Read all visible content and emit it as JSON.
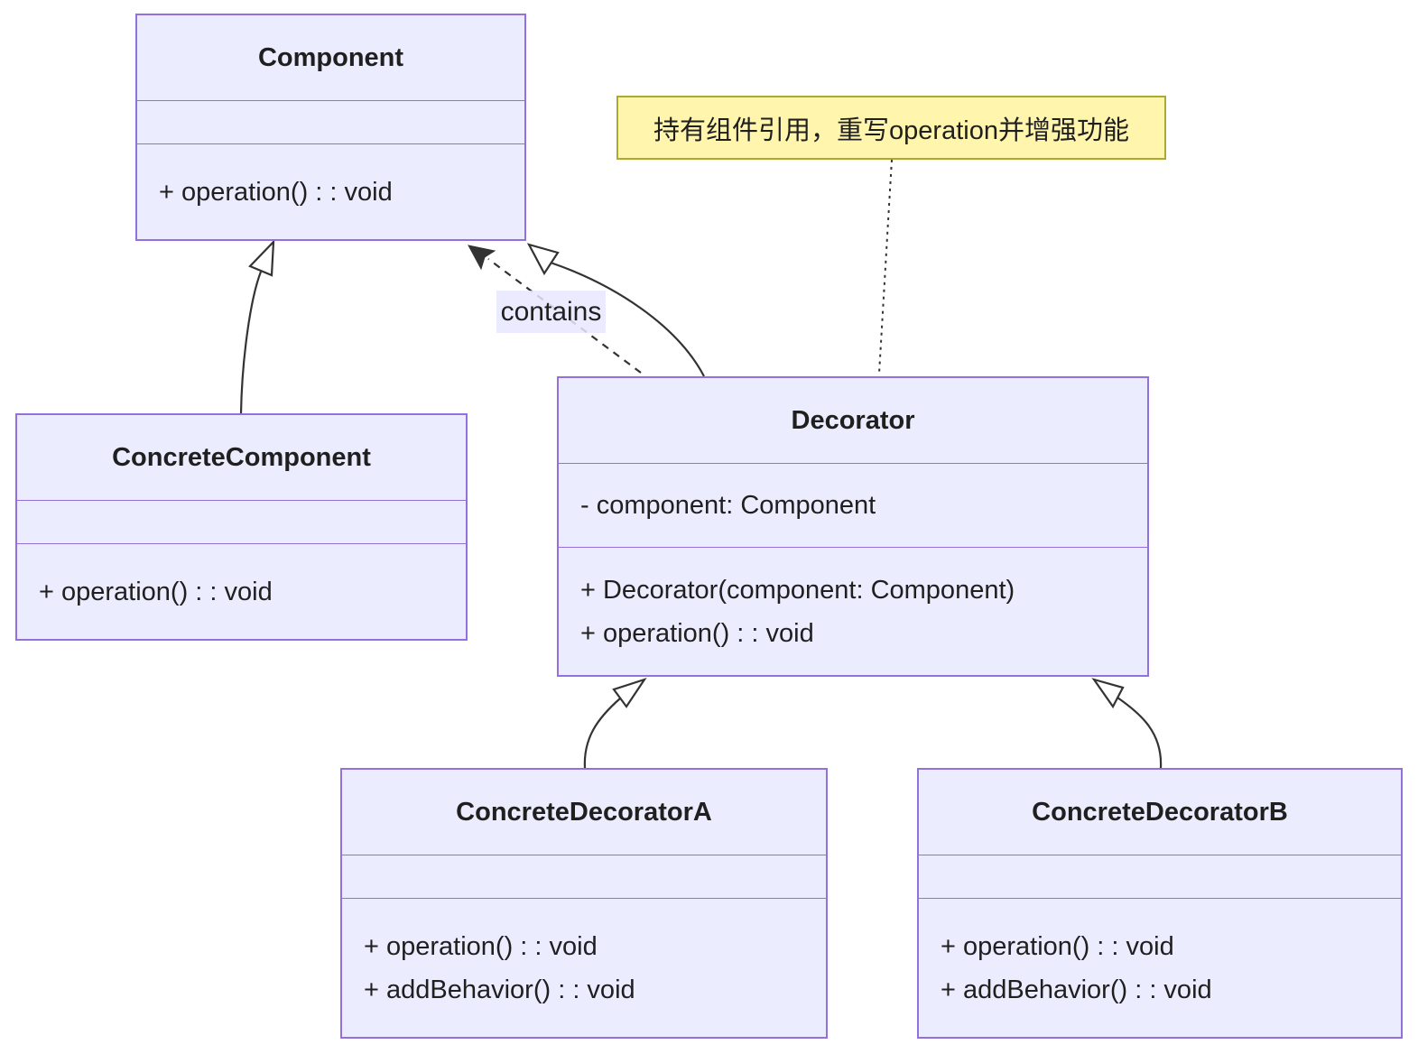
{
  "diagram": {
    "classes": {
      "component": {
        "name": "Component",
        "attributes": [],
        "methods": [
          "+ operation() : : void"
        ]
      },
      "concreteComponent": {
        "name": "ConcreteComponent",
        "attributes": [],
        "methods": [
          "+ operation() : : void"
        ]
      },
      "decorator": {
        "name": "Decorator",
        "attributes": [
          "- component: Component"
        ],
        "methods": [
          "+ Decorator(component: Component)",
          "+ operation() : : void"
        ]
      },
      "concreteDecoratorA": {
        "name": "ConcreteDecoratorA",
        "attributes": [],
        "methods": [
          "+ operation() : : void",
          "+ addBehavior() : : void"
        ]
      },
      "concreteDecoratorB": {
        "name": "ConcreteDecoratorB",
        "attributes": [],
        "methods": [
          "+ operation() : : void",
          "+ addBehavior() : : void"
        ]
      }
    },
    "note": {
      "text": "持有组件引用，重写operation并增强功能"
    },
    "edges": {
      "contains_label": "contains"
    },
    "colors": {
      "class_fill": "#ECECFF",
      "class_border": "#9370DB",
      "note_fill": "#FFF5AD",
      "note_border": "#AAAA33",
      "line": "#333333",
      "text": "#1F1F1F"
    }
  }
}
